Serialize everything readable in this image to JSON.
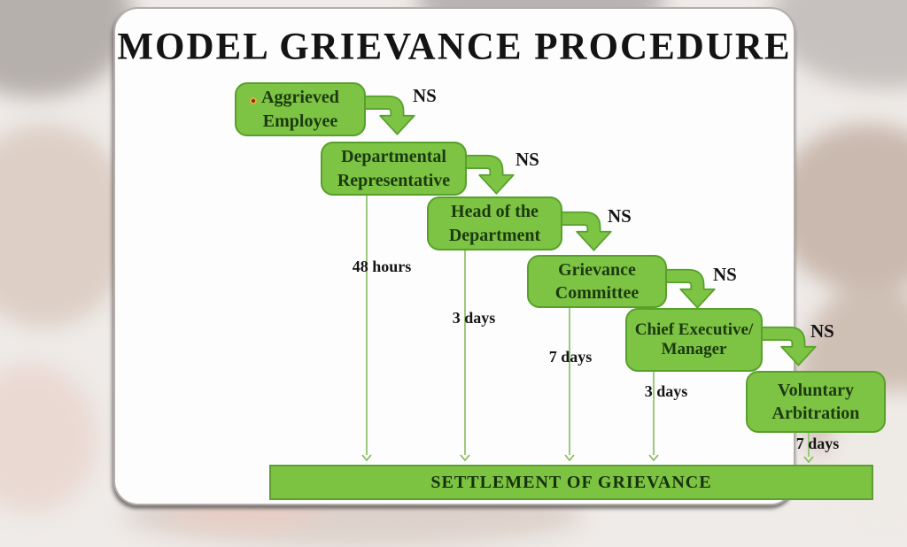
{
  "title": "MODEL GRIEVANCE PROCEDURE",
  "diagram": {
    "steps": [
      {
        "label": "Aggrieved Employee"
      },
      {
        "label": "Departmental Representative",
        "duration": "48 hours"
      },
      {
        "label": "Head of the Department",
        "duration": "3 days"
      },
      {
        "label": "Grievance Committee",
        "duration": "7 days"
      },
      {
        "label": "Chief Executive/ Manager",
        "duration": "3 days"
      },
      {
        "label": "Voluntary Arbitration",
        "duration": "7 days"
      }
    ],
    "transitions": [
      {
        "label": "NS"
      },
      {
        "label": "NS"
      },
      {
        "label": "NS"
      },
      {
        "label": "NS"
      },
      {
        "label": "NS"
      }
    ],
    "settlement_label": "SETTLEMENT OF GRIEVANCE"
  },
  "colors": {
    "node_fill": "#7dc344",
    "node_border": "#57a02c",
    "node_text": "#1c3a10",
    "drop_line": "#9cc87c",
    "title_text": "#141414"
  }
}
